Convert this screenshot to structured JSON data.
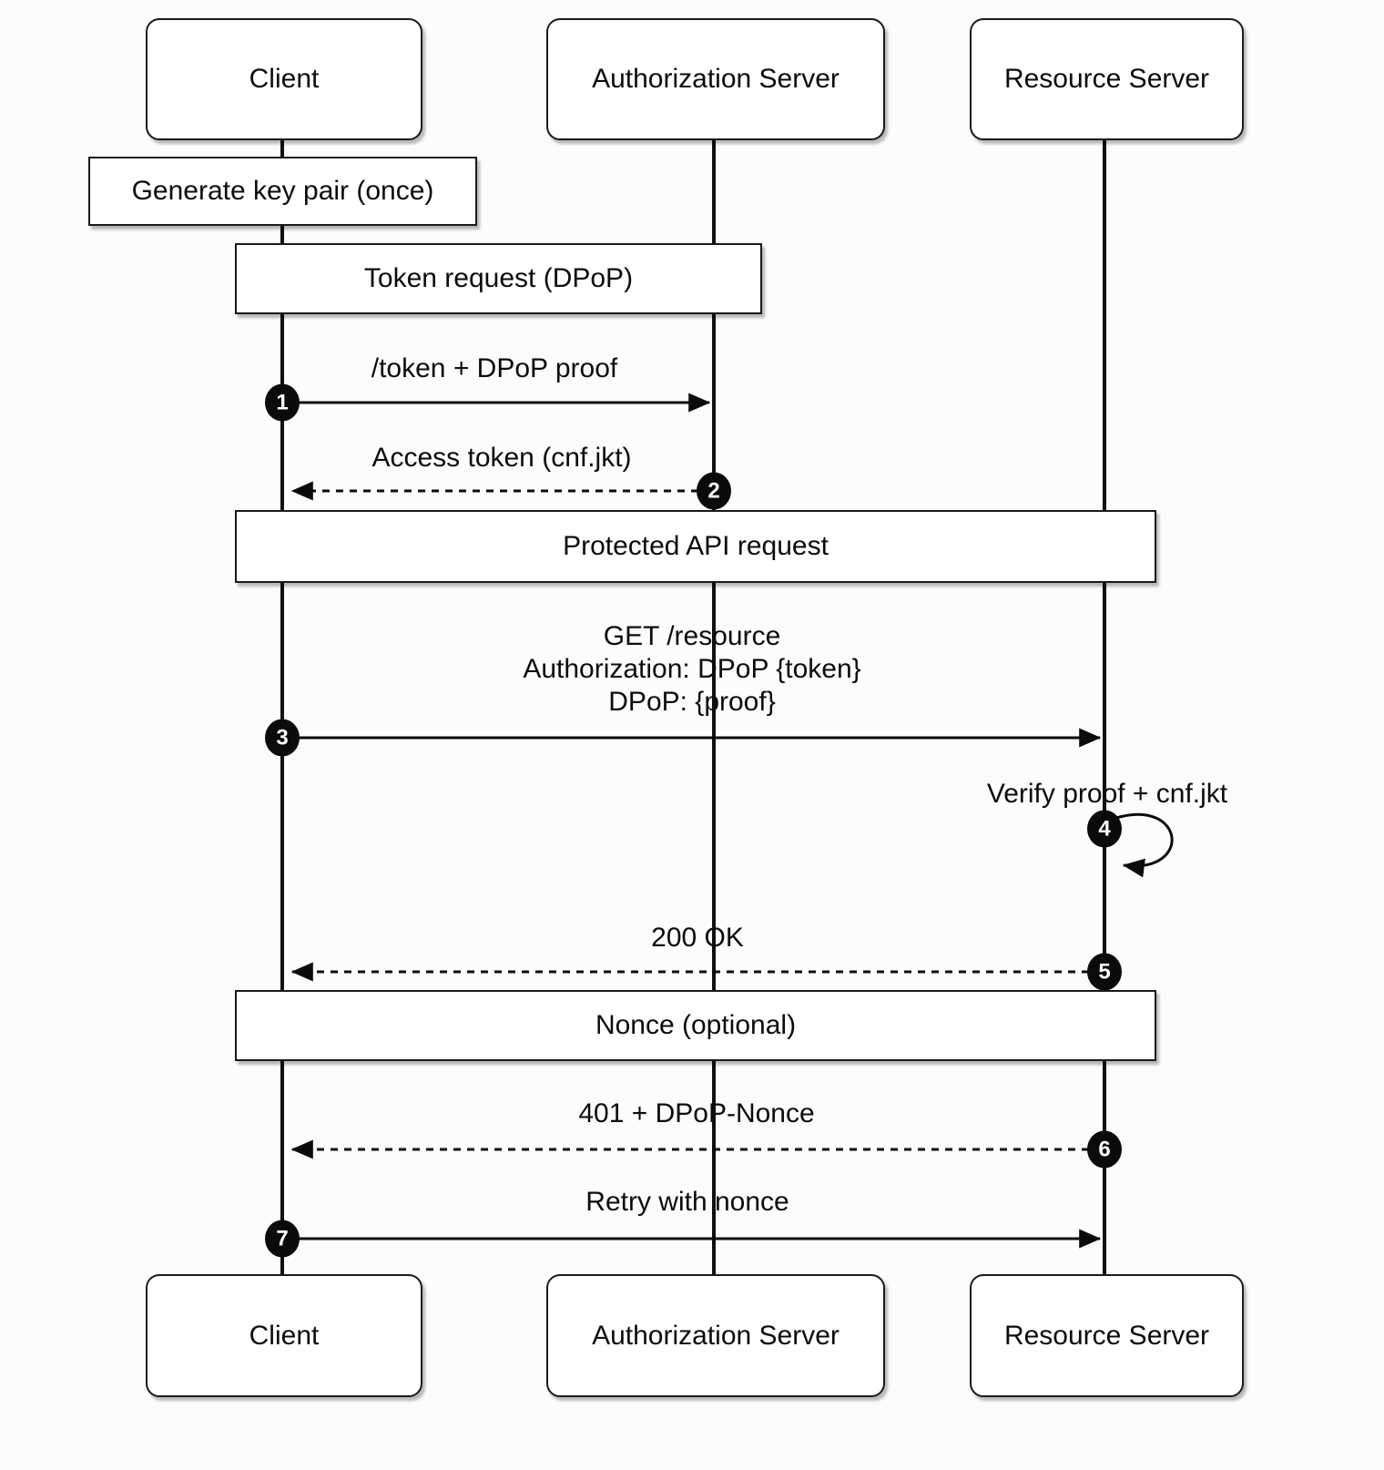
{
  "diagram": {
    "actors": [
      {
        "label": "Client"
      },
      {
        "label": "Authorization Server"
      },
      {
        "label": "Resource Server"
      }
    ],
    "note": {
      "label": "Generate key pair (once)"
    },
    "sections": [
      {
        "label": "Token request (DPoP)"
      },
      {
        "label": "Protected API request"
      },
      {
        "label": "Nonce (optional)"
      }
    ],
    "messages": [
      {
        "num": "1",
        "label": "/token + DPoP proof",
        "from": "Client",
        "to": "Authorization Server",
        "line": "solid"
      },
      {
        "num": "2",
        "label": "Access token (cnf.jkt)",
        "from": "Authorization Server",
        "to": "Client",
        "line": "dashed"
      },
      {
        "num": "3",
        "lines": [
          "GET /resource",
          "Authorization: DPoP {token}",
          "DPoP: {proof}"
        ],
        "from": "Client",
        "to": "Resource Server",
        "line": "solid"
      },
      {
        "num": "4",
        "label": "Verify proof + cnf.jkt",
        "from": "Resource Server",
        "to": "Resource Server",
        "line": "self"
      },
      {
        "num": "5",
        "label": "200 OK",
        "from": "Resource Server",
        "to": "Client",
        "line": "dashed"
      },
      {
        "num": "6",
        "label": "401 + DPoP-Nonce",
        "from": "Resource Server",
        "to": "Client",
        "line": "dashed"
      },
      {
        "num": "7",
        "label": "Retry with nonce",
        "from": "Client",
        "to": "Resource Server",
        "line": "solid"
      }
    ],
    "colors": {
      "background": "#fcfcfc",
      "box_fill": "#ffffff",
      "stroke": "#111111",
      "badge_fill": "#0b0b0b",
      "badge_text": "#ffffff"
    }
  }
}
